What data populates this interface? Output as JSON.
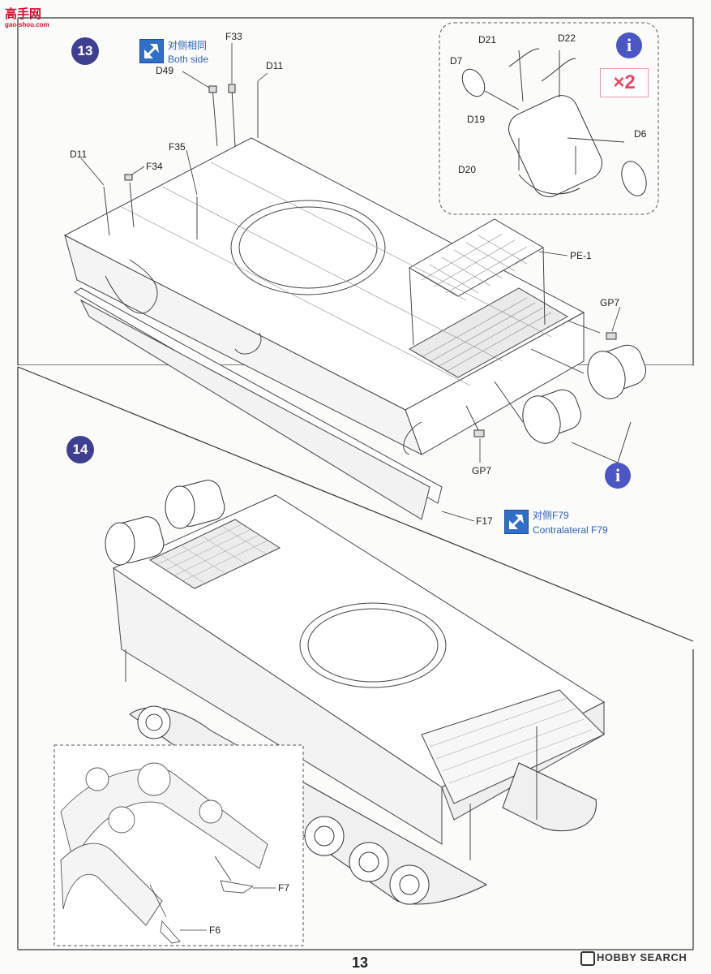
{
  "watermark": {
    "logo_text": "高手网",
    "url_text": "gao-shou.com"
  },
  "step13": {
    "number": "13",
    "note": {
      "cn": "对侧相同",
      "en": "Both side"
    },
    "labels": {
      "f33": "F33",
      "d49": "D49",
      "d11_top": "D11",
      "d11_left": "D11",
      "f35": "F35",
      "f34": "F34",
      "pe1": "PE-1",
      "gp7_right": "GP7",
      "gp7_bottom": "GP7",
      "f17": "F17"
    },
    "inset": {
      "labels": {
        "d21": "D21",
        "d22": "D22",
        "d7": "D7",
        "d19": "D19",
        "d6": "D6",
        "d20": "D20"
      },
      "multiplier": "×2",
      "info_icon": "i"
    },
    "info_icon": "i",
    "note_f79": {
      "cn": "对侧F79",
      "en": "Contralateral F79"
    }
  },
  "step14": {
    "number": "14",
    "labels": {
      "f7": "F7",
      "f6": "F6"
    }
  },
  "footer": {
    "page_number": "13",
    "brand": "HOBBY SEARCH"
  },
  "icons": {
    "note": "arrow-diagonal-icon",
    "info": "info-icon",
    "brand": "hobby-search-logo-icon"
  }
}
